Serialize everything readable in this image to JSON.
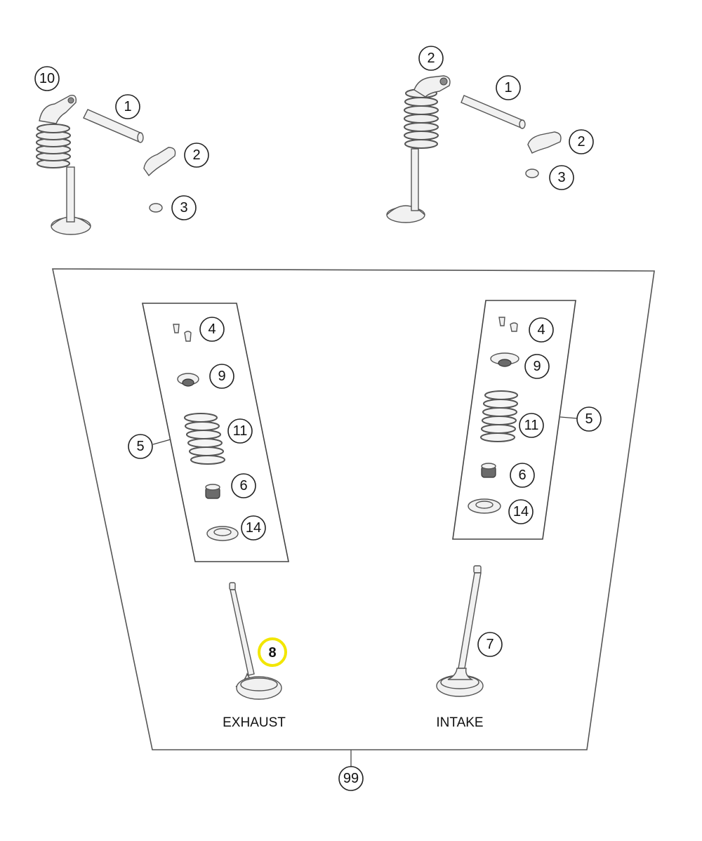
{
  "diagram": {
    "highlight_color": "#f2e600",
    "captions": {
      "exhaust": "EXHAUST",
      "intake": "INTAKE"
    },
    "callouts": {
      "c10": "10",
      "c1_left": "1",
      "c2_left": "2",
      "c3_left": "3",
      "c2_top_right": "2",
      "c1_right": "1",
      "c2_right": "2",
      "c3_right": "3",
      "c4_left": "4",
      "c9_left": "9",
      "c5_left": "5",
      "c11_left": "11",
      "c6_left": "6",
      "c14_left": "14",
      "c4_right": "4",
      "c9_right": "9",
      "c11_right": "11",
      "c5_right": "5",
      "c6_right": "6",
      "c14_right": "14",
      "c8": "8",
      "c7": "7",
      "c99": "99"
    }
  }
}
